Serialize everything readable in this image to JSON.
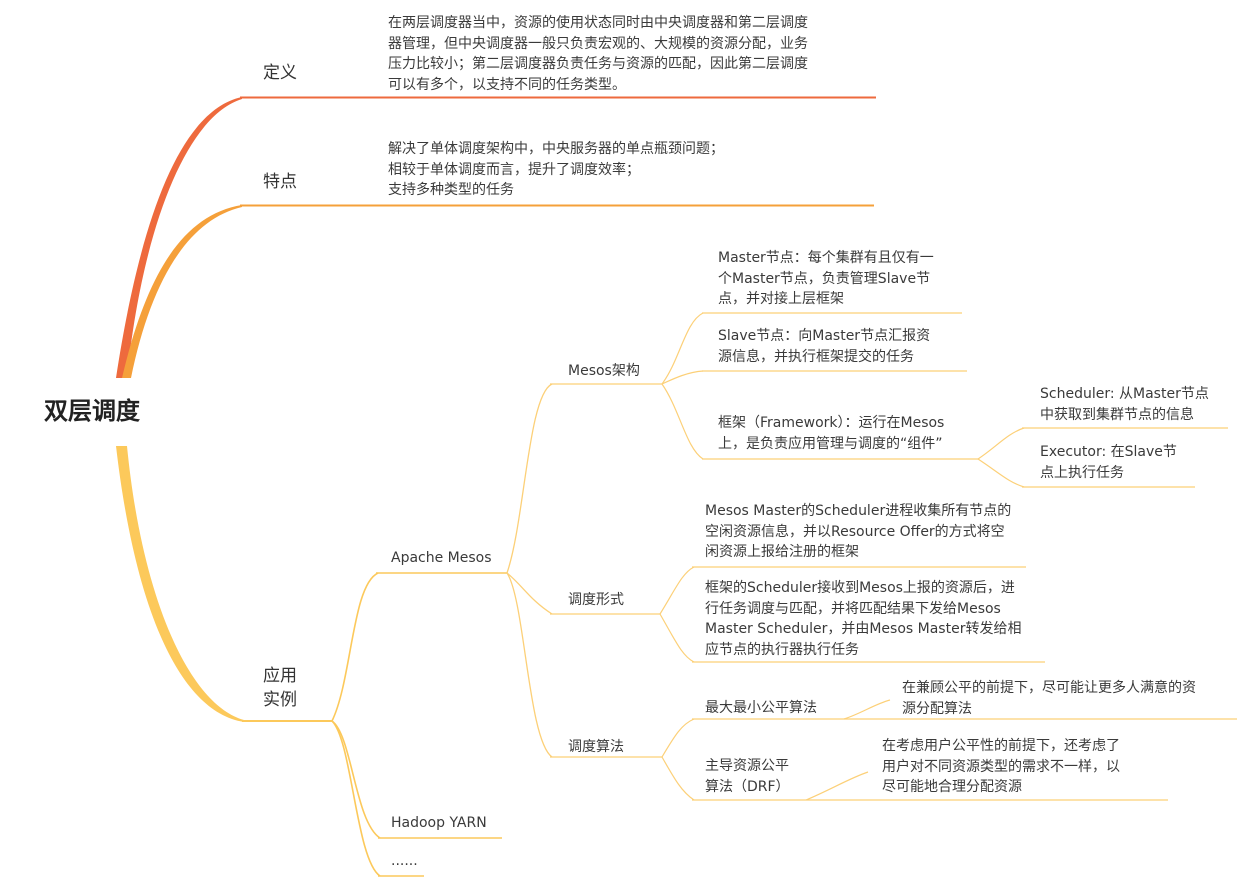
{
  "root": "双层调度",
  "colors": {
    "red_branch": "#ee6a3d",
    "orange_branch": "#f5a03a",
    "yellow_branch": "#fcc95b"
  },
  "branches": {
    "definition": {
      "label": "定义",
      "text": "在两层调度器当中，资源的使用状态同时由中央调度器和第二层调度\n器管理，但中央调度器一般只负责宏观的、大规模的资源分配，业务\n压力比较小；第二层调度器负责任务与资源的匹配，因此第二层调度\n可以有多个，以支持不同的任务类型。"
    },
    "features": {
      "label": "特点",
      "text": "解决了单体调度架构中，中央服务器的单点瓶颈问题；\n相较于单体调度而言，提升了调度效率；\n支持多种类型的任务"
    },
    "examples": {
      "label": "应用\n实例",
      "mesos": {
        "label": "Apache Mesos",
        "architecture": {
          "label": "Mesos架构",
          "master": "Master节点：每个集群有且仅有一\n个Master节点，负责管理Slave节\n点，并对接上层框架",
          "slave": "Slave节点：向Master节点汇报资\n源信息，并执行框架提交的任务",
          "framework": {
            "label": "框架（Framework）：运行在Mesos\n上，是负责应用管理与调度的“组件”",
            "scheduler": "Scheduler: 从Master节点\n中获取到集群节点的信息",
            "executor": "Executor: 在Slave节\n点上执行任务"
          }
        },
        "scheduling_form": {
          "label": "调度形式",
          "step1": "Mesos Master的Scheduler进程收集所有节点的\n空闲资源信息，并以Resource Offer的方式将空\n闲资源上报给注册的框架",
          "step2": "框架的Scheduler接收到Mesos上报的资源后，进\n行任务调度与匹配，并将匹配结果下发给Mesos\nMaster Scheduler，并由Mesos Master转发给相\n应节点的执行器执行任务"
        },
        "scheduling_algorithm": {
          "label": "调度算法",
          "maxmin": {
            "label": "最大最小公平算法",
            "text": "在兼顾公平的前提下，尽可能让更多人满意的资\n源分配算法"
          },
          "drf": {
            "label": "主导资源公平\n算法（DRF）",
            "text": "在考虑用户公平性的前提下，还考虑了\n用户对不同资源类型的需求不一样，以\n尽可能地合理分配资源"
          }
        }
      },
      "yarn": {
        "label": "Hadoop YARN"
      },
      "more": {
        "label": "......"
      }
    }
  }
}
